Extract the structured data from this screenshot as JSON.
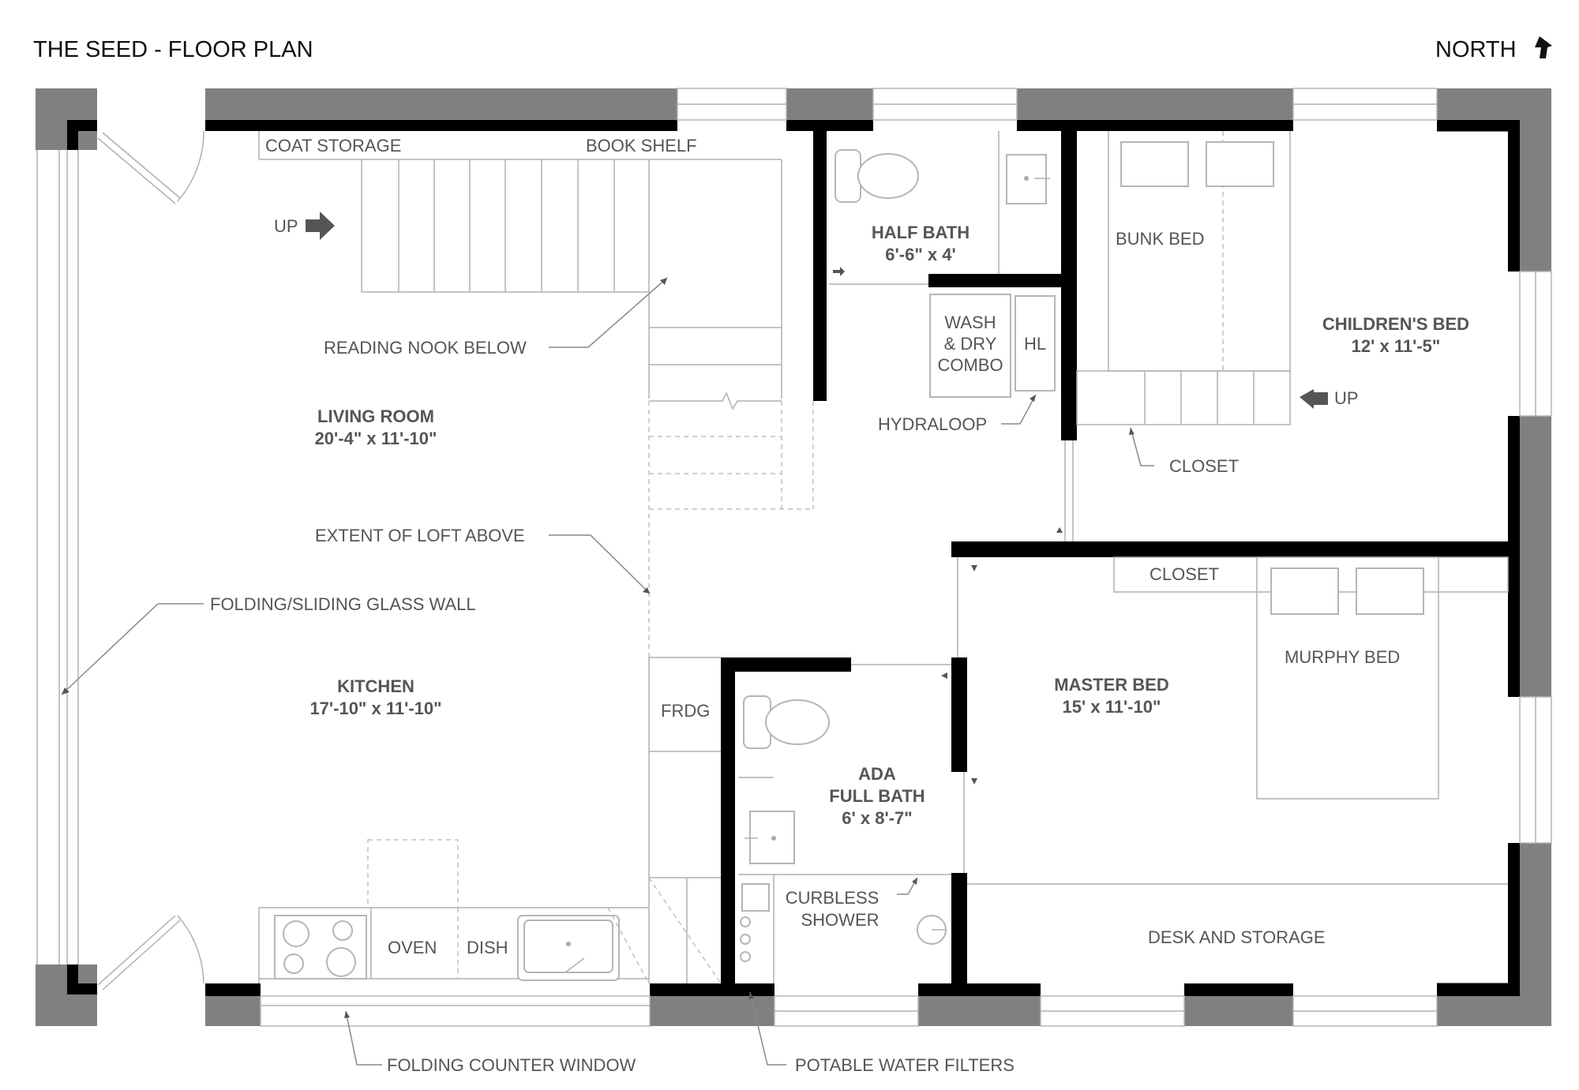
{
  "header": {
    "title": "THE SEED - FLOOR PLAN",
    "north": "NORTH"
  },
  "rooms": {
    "living": {
      "name": "LIVING ROOM",
      "dims": "20'-4\" x 11'-10\""
    },
    "kitchen": {
      "name": "KITCHEN",
      "dims": "17'-10\" x 11'-10\""
    },
    "half_bath": {
      "name": "HALF BATH",
      "dims": "6'-6\" x 4'"
    },
    "children_bed": {
      "name": "CHILDREN'S BED",
      "dims": "12' x 11'-5\""
    },
    "master_bed": {
      "name": "MASTER BED",
      "dims": "15' x 11'-10\""
    },
    "ada_bath": {
      "line1": "ADA",
      "line2": "FULL BATH",
      "dims": "6' x 8'-7\""
    }
  },
  "labels": {
    "coat_storage": "COAT STORAGE",
    "book_shelf": "BOOK SHELF",
    "up_stairs": "UP",
    "reading_nook": "READING NOOK BELOW",
    "extent_loft": "EXTENT OF LOFT ABOVE",
    "glass_wall": "FOLDING/SLIDING GLASS WALL",
    "wash_line1": "WASH",
    "wash_line2": "& DRY",
    "wash_line3": "COMBO",
    "hl": "HL",
    "hydraloop": "HYDRALOOP",
    "bunk_bed": "BUNK BED",
    "up_ladder": "UP",
    "closet_children": "CLOSET",
    "closet_master": "CLOSET",
    "murphy_bed": "MURPHY BED",
    "frdg": "FRDG",
    "oven": "OVEN",
    "dish": "DISH",
    "curbless_line1": "CURBLESS",
    "curbless_line2": "SHOWER",
    "desk_storage": "DESK AND STORAGE",
    "folding_counter": "FOLDING COUNTER WINDOW",
    "potable_filters": "POTABLE WATER FILTERS"
  },
  "colors": {
    "exterior_wall": "#808080",
    "interior_wall": "#000000",
    "label_text": "#555555"
  }
}
